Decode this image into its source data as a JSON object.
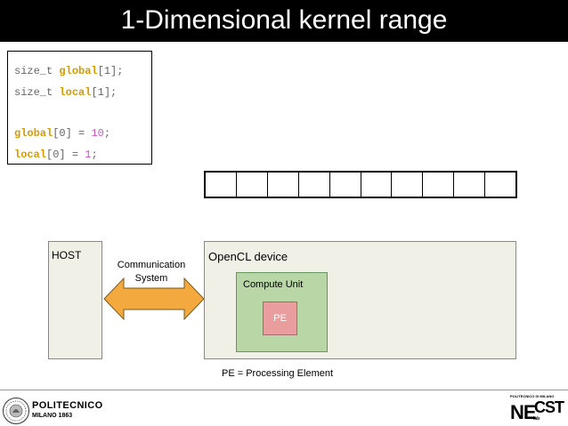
{
  "title": "1-Dimensional kernel range",
  "code": {
    "line1": {
      "type": "size_t ",
      "var": "global",
      "rest": "[1];"
    },
    "line2": {
      "type": "size_t ",
      "var": "local",
      "rest": "[1];"
    },
    "line3": {
      "var": "global",
      "mid": "[0] = ",
      "num": "10",
      "end": ";"
    },
    "line4": {
      "var": "local",
      "mid": "[0] = ",
      "num": "1",
      "end": ";"
    }
  },
  "range_array": {
    "cells": 10
  },
  "host": {
    "label": "HOST"
  },
  "communication": {
    "line1": "Communication",
    "line2": "System"
  },
  "device": {
    "label": "OpenCL device"
  },
  "compute_unit": {
    "label": "Compute Unit"
  },
  "pe": {
    "label": "PE"
  },
  "legend": "PE = Processing Element",
  "footer": {
    "university": "POLITECNICO",
    "university_sub": "MILANO 1863",
    "lab_top": "POLITECNICO DI MILANO",
    "lab_ne": "NE",
    "lab_cst": "CST",
    "lab_sub": "lab"
  },
  "colors": {
    "keyword": "#d79a00",
    "number": "#cc55cc",
    "box_fill": "#f1f0e6",
    "compute_unit": "#b8d6a6",
    "pe": "#ea9d9d",
    "arrow": "#f4a93f",
    "necst_red": "#d00000"
  }
}
